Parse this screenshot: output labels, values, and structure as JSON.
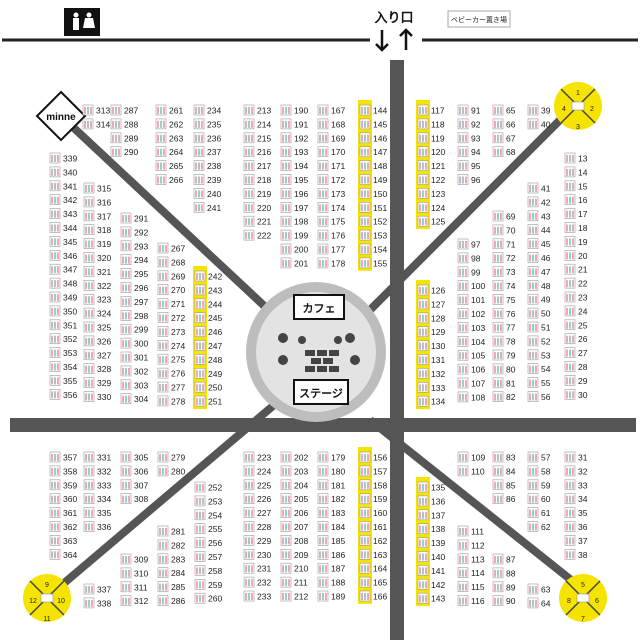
{
  "entrance_label": "入り口",
  "stroller_label": "ベビーカー置き場",
  "cafe_label": "カフェ",
  "stage_label": "ステージ",
  "minne_label": "minne",
  "colors": {
    "road": "#555555",
    "hub": "#bdbdbd",
    "hub_inner": "#e3e3e3",
    "yellow": "#f5e400",
    "booth_pink": "#f2a7b7",
    "booth_teal": "#8fd3cf"
  },
  "icons": {
    "restroom": "restroom-icon",
    "arrows": "entrance-arrows-icon"
  },
  "corner_circles": [
    {
      "name": "ne",
      "numbers": [
        "1",
        "2",
        "3",
        "4"
      ]
    },
    {
      "name": "sw",
      "numbers": [
        "9",
        "10",
        "11",
        "12"
      ]
    },
    {
      "name": "se",
      "numbers": [
        "5",
        "6",
        "7",
        "8"
      ]
    }
  ],
  "booth_columns": [
    {
      "name": "col-313",
      "numbers": [
        "313",
        "314"
      ]
    },
    {
      "name": "col-287",
      "numbers": [
        "287",
        "288",
        "289",
        "290"
      ]
    },
    {
      "name": "col-261",
      "numbers": [
        "261",
        "262",
        "263",
        "264",
        "265",
        "266"
      ]
    },
    {
      "name": "col-234",
      "numbers": [
        "234",
        "235",
        "236",
        "237",
        "238",
        "239",
        "240",
        "241"
      ]
    },
    {
      "name": "col-213",
      "numbers": [
        "213",
        "214",
        "215",
        "216",
        "217",
        "218",
        "219",
        "220",
        "221",
        "222"
      ]
    },
    {
      "name": "col-190",
      "numbers": [
        "190",
        "191",
        "192",
        "193",
        "194",
        "195",
        "196",
        "197",
        "198",
        "199",
        "200",
        "201"
      ]
    },
    {
      "name": "col-167",
      "numbers": [
        "167",
        "168",
        "169",
        "170",
        "171",
        "172",
        "173",
        "174",
        "175",
        "176",
        "177",
        "178"
      ]
    },
    {
      "name": "col-144",
      "numbers": [
        "144",
        "145",
        "146",
        "147",
        "148",
        "149",
        "150",
        "151",
        "152",
        "153",
        "154",
        "155"
      ]
    },
    {
      "name": "col-117",
      "numbers": [
        "117",
        "118",
        "119",
        "120",
        "121",
        "122",
        "123",
        "124",
        "125"
      ]
    },
    {
      "name": "col-91",
      "numbers": [
        "91",
        "92",
        "93",
        "94",
        "95",
        "96"
      ]
    },
    {
      "name": "col-65",
      "numbers": [
        "65",
        "66",
        "67",
        "68"
      ]
    },
    {
      "name": "col-39",
      "numbers": [
        "39",
        "40"
      ]
    },
    {
      "name": "col-339",
      "numbers": [
        "339",
        "340",
        "341",
        "342",
        "343",
        "344",
        "345",
        "346",
        "347",
        "348",
        "349",
        "350",
        "351",
        "352",
        "353",
        "354",
        "355",
        "356"
      ]
    },
    {
      "name": "col-315",
      "numbers": [
        "315",
        "316",
        "317",
        "318",
        "319",
        "320",
        "321",
        "322",
        "323",
        "324",
        "325",
        "326",
        "327",
        "328",
        "329",
        "330"
      ]
    },
    {
      "name": "col-291",
      "numbers": [
        "291",
        "292",
        "293",
        "294",
        "295",
        "296",
        "297",
        "298",
        "299",
        "300",
        "301",
        "302",
        "303",
        "304"
      ]
    },
    {
      "name": "col-267",
      "numbers": [
        "267",
        "268",
        "269",
        "270",
        "271",
        "272",
        "273",
        "274",
        "275",
        "276",
        "277",
        "278"
      ]
    },
    {
      "name": "col-242",
      "numbers": [
        "242",
        "243",
        "244",
        "245",
        "246",
        "247",
        "248",
        "249",
        "250",
        "251"
      ]
    },
    {
      "name": "col-126",
      "numbers": [
        "126",
        "127",
        "128",
        "129",
        "130",
        "131",
        "132",
        "133",
        "134"
      ]
    },
    {
      "name": "col-97",
      "numbers": [
        "97",
        "98",
        "99",
        "100",
        "101",
        "102",
        "103",
        "104",
        "105",
        "106",
        "107",
        "108"
      ]
    },
    {
      "name": "col-69",
      "numbers": [
        "69",
        "70",
        "71",
        "72",
        "73",
        "74",
        "75",
        "76",
        "77",
        "78",
        "79",
        "80",
        "81",
        "82"
      ]
    },
    {
      "name": "col-41",
      "numbers": [
        "41",
        "42",
        "43",
        "44",
        "45",
        "46",
        "47",
        "48",
        "49",
        "50",
        "51",
        "52",
        "53",
        "54",
        "55",
        "56"
      ]
    },
    {
      "name": "col-13",
      "numbers": [
        "13",
        "14",
        "15",
        "16",
        "17",
        "18",
        "19",
        "20",
        "21",
        "22",
        "23",
        "24",
        "25",
        "26",
        "27",
        "28",
        "29",
        "30"
      ]
    },
    {
      "name": "col-357",
      "numbers": [
        "357",
        "358",
        "359",
        "360",
        "361",
        "362",
        "363",
        "364"
      ]
    },
    {
      "name": "col-331",
      "numbers": [
        "331",
        "332",
        "333",
        "334",
        "335",
        "336"
      ]
    },
    {
      "name": "col-305",
      "numbers": [
        "305",
        "306",
        "307",
        "308"
      ]
    },
    {
      "name": "col-279",
      "numbers": [
        "279",
        "280"
      ]
    },
    {
      "name": "col-223",
      "numbers": [
        "223",
        "224",
        "225",
        "226",
        "227",
        "228",
        "229",
        "230",
        "231",
        "232",
        "233"
      ]
    },
    {
      "name": "col-202",
      "numbers": [
        "202",
        "203",
        "204",
        "205",
        "206",
        "207",
        "208",
        "209",
        "210",
        "211",
        "212"
      ]
    },
    {
      "name": "col-179",
      "numbers": [
        "179",
        "180",
        "181",
        "182",
        "183",
        "184",
        "185",
        "186",
        "187",
        "188",
        "189"
      ]
    },
    {
      "name": "col-156",
      "numbers": [
        "156",
        "157",
        "158",
        "159",
        "160",
        "161",
        "162",
        "163",
        "164",
        "165",
        "166"
      ]
    },
    {
      "name": "col-109",
      "numbers": [
        "109",
        "110"
      ]
    },
    {
      "name": "col-83",
      "numbers": [
        "83",
        "84",
        "85",
        "86"
      ]
    },
    {
      "name": "col-57",
      "numbers": [
        "57",
        "58",
        "59",
        "60",
        "61",
        "62"
      ]
    },
    {
      "name": "col-31",
      "numbers": [
        "31",
        "32",
        "33",
        "34",
        "35",
        "36",
        "37",
        "38"
      ]
    },
    {
      "name": "col-252",
      "numbers": [
        "252",
        "253",
        "254",
        "255",
        "256",
        "257",
        "258",
        "259",
        "260"
      ]
    },
    {
      "name": "col-281",
      "numbers": [
        "281",
        "282",
        "283",
        "284",
        "285",
        "286"
      ]
    },
    {
      "name": "col-309",
      "numbers": [
        "309",
        "310",
        "311",
        "312"
      ]
    },
    {
      "name": "col-337",
      "numbers": [
        "337",
        "338"
      ]
    },
    {
      "name": "col-135",
      "numbers": [
        "135",
        "136",
        "137",
        "138",
        "139",
        "140",
        "141",
        "142",
        "143"
      ]
    },
    {
      "name": "col-111",
      "numbers": [
        "111",
        "112",
        "113",
        "114",
        "115",
        "116"
      ]
    },
    {
      "name": "col-87",
      "numbers": [
        "87",
        "88",
        "89",
        "90"
      ]
    },
    {
      "name": "col-63",
      "numbers": [
        "63",
        "64"
      ]
    }
  ]
}
